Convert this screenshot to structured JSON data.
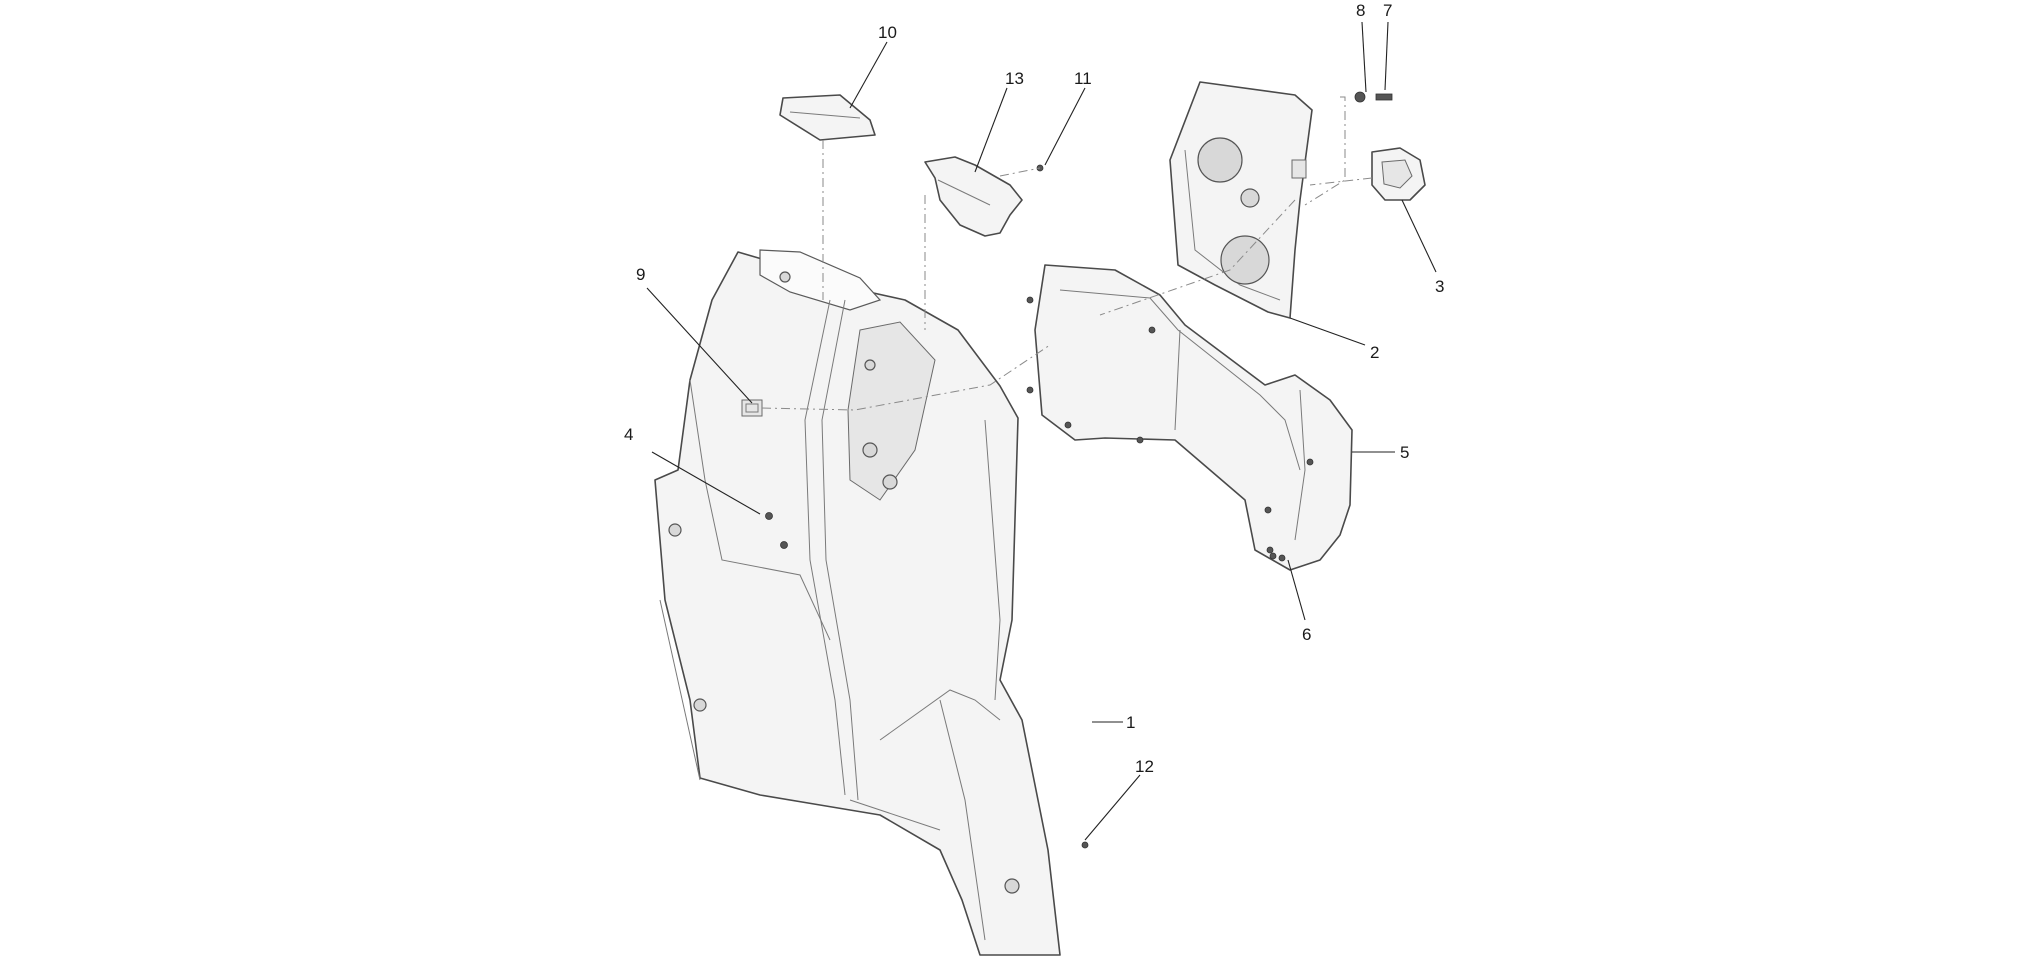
{
  "callouts": {
    "c1": "1",
    "c2": "2",
    "c3": "3",
    "c4": "4",
    "c5": "5",
    "c6": "6",
    "c7": "7",
    "c8": "8",
    "c9": "9",
    "c10": "10",
    "c11": "11",
    "c12": "12",
    "c13": "13"
  },
  "colors": {
    "line": "#4a4a4a",
    "fill": "#f4f4f4",
    "background": "#ffffff"
  }
}
